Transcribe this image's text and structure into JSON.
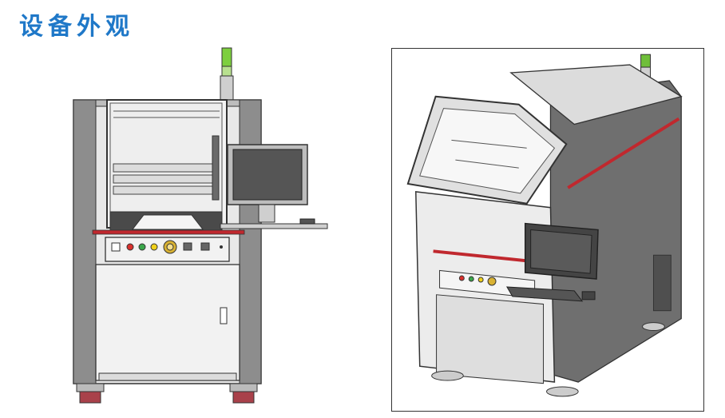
{
  "page": {
    "title": "设备外观"
  },
  "figures": [
    {
      "name": "front-view"
    },
    {
      "name": "isometric-view"
    }
  ],
  "colors": {
    "title": "#1f78c8",
    "frame_gray": "#8a8a8a",
    "light_gray": "#d9d9d9",
    "red_band": "#c0282e",
    "tower_green": "#6fbf3a"
  }
}
